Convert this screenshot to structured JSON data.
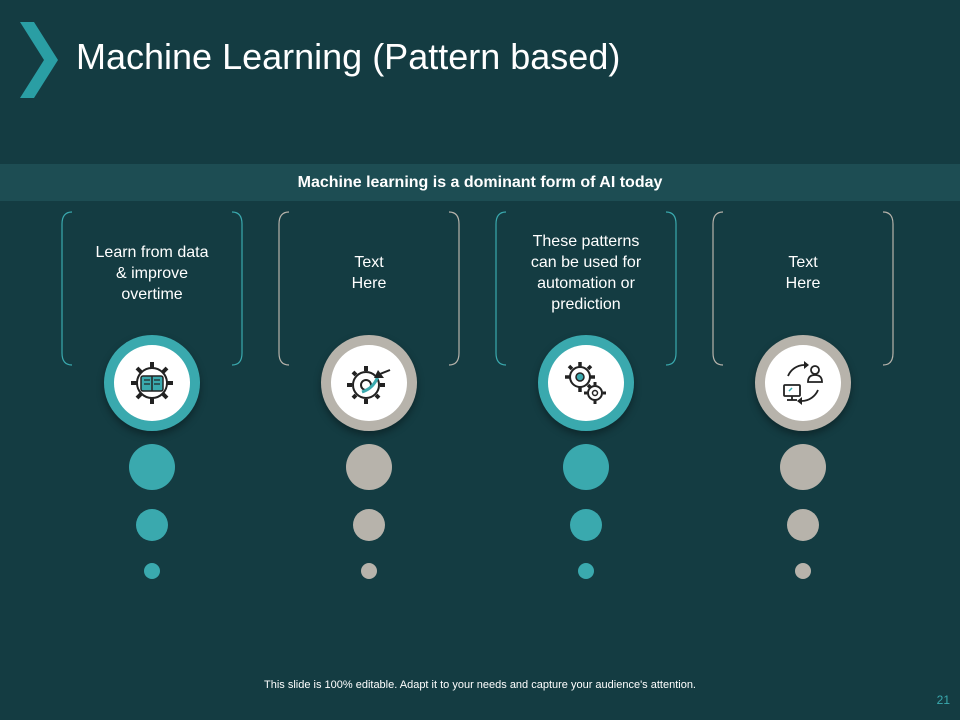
{
  "slide": {
    "title": "Machine Learning (Pattern based)",
    "banner": "Machine learning is a dominant form of AI today",
    "footer": "This slide is 100% editable. Adapt it to your needs and capture your audience's attention.",
    "page_number": "21"
  },
  "colors": {
    "background": "#143c42",
    "banner": "#1d4d53",
    "teal": "#3aa9ae",
    "gray": "#b7b3ab",
    "chevron": "#2a9ea4"
  },
  "cards": [
    {
      "text": "Learn from data\n& improve\novertime",
      "accent": "teal",
      "icon": "gear-book-icon"
    },
    {
      "text": "Text\nHere",
      "accent": "gray",
      "icon": "gear-arrow-icon"
    },
    {
      "text": "These patterns\ncan be used for\nautomation or\nprediction",
      "accent": "teal",
      "icon": "gears-icon"
    },
    {
      "text": "Text\nHere",
      "accent": "gray",
      "icon": "user-computer-cycle-icon"
    }
  ]
}
